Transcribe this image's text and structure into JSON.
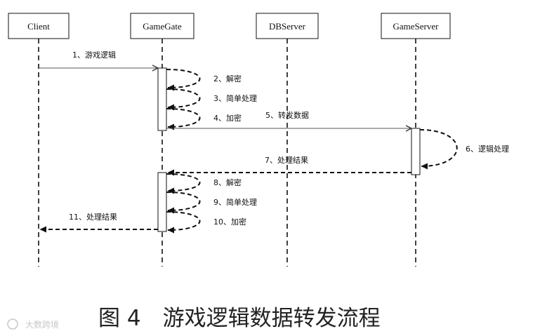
{
  "actors": [
    {
      "name": "Client"
    },
    {
      "name": "GameGate"
    },
    {
      "name": "DBServer"
    },
    {
      "name": "GameServer"
    }
  ],
  "messages": [
    {
      "label": "1、游戏逻辑",
      "from": "Client",
      "to": "GameGate",
      "style": "solid"
    },
    {
      "label": "2、解密",
      "from": "GameGate",
      "to": "GameGate",
      "style": "dashed"
    },
    {
      "label": "3、简单处理",
      "from": "GameGate",
      "to": "GameGate",
      "style": "dashed"
    },
    {
      "label": "4、加密",
      "from": "GameGate",
      "to": "GameGate",
      "style": "dashed"
    },
    {
      "label": "5、转发数据",
      "from": "GameGate",
      "to": "GameServer",
      "style": "solid"
    },
    {
      "label": "6、逻辑处理",
      "from": "GameServer",
      "to": "GameServer",
      "style": "dashed"
    },
    {
      "label": "7、处理结果",
      "from": "GameServer",
      "to": "GameGate",
      "style": "dashed"
    },
    {
      "label": "8、解密",
      "from": "GameGate",
      "to": "GameGate",
      "style": "dashed"
    },
    {
      "label": "9、简单处理",
      "from": "GameGate",
      "to": "GameGate",
      "style": "dashed"
    },
    {
      "label": "10、加密",
      "from": "GameGate",
      "to": "GameGate",
      "style": "dashed"
    },
    {
      "label": "11、处理结果",
      "from": "GameGate",
      "to": "Client",
      "style": "dashed"
    }
  ],
  "caption": "图 4　游戏逻辑数据转发流程",
  "watermark": "大数跨境",
  "colors": {
    "line": "#111111",
    "solid_arrow": "#555555",
    "caption": "#222222",
    "watermark": "#c8c8c8"
  }
}
